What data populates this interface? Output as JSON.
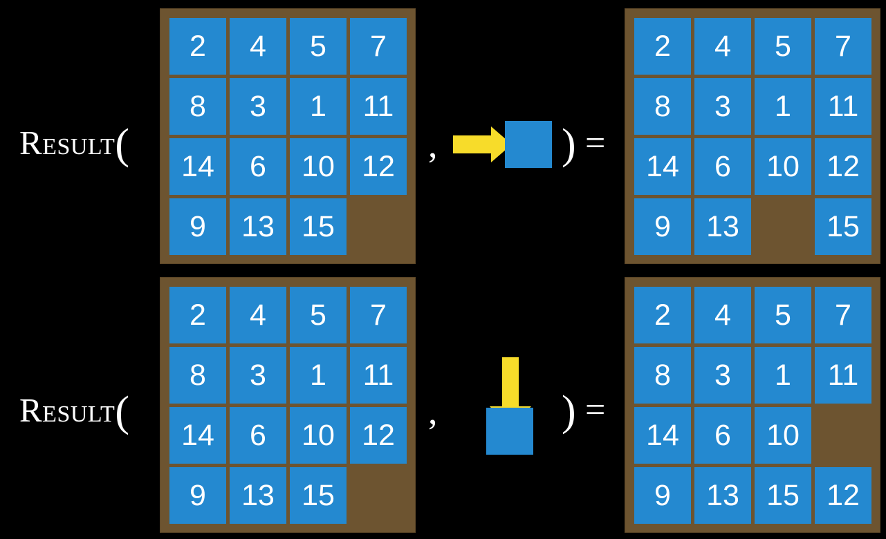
{
  "page": {
    "background_color": "#000000",
    "tile_color": "#2489d0",
    "board_color": "#6d5430",
    "arrow_color": "#f7dc2a",
    "text_color": "#ffffff"
  },
  "rows": [
    {
      "id": "row-1",
      "label": "Result",
      "open_paren": "(",
      "comma": ",",
      "close_paren": ")",
      "equals": "=",
      "operation": {
        "direction": "right",
        "icon": "arrow-right-icon",
        "tile_label": ""
      },
      "input_board": {
        "columns": 4,
        "rows": 4,
        "cells": [
          "2",
          "4",
          "5",
          "7",
          "8",
          "3",
          "1",
          "11",
          "14",
          "6",
          "10",
          "12",
          "9",
          "13",
          "15",
          ""
        ]
      },
      "output_board": {
        "columns": 4,
        "rows": 4,
        "cells": [
          "2",
          "4",
          "5",
          "7",
          "8",
          "3",
          "1",
          "11",
          "14",
          "6",
          "10",
          "12",
          "9",
          "13",
          "",
          "15"
        ]
      }
    },
    {
      "id": "row-2",
      "label": "Result",
      "open_paren": "(",
      "comma": ",",
      "close_paren": ")",
      "equals": "=",
      "operation": {
        "direction": "down",
        "icon": "arrow-down-icon",
        "tile_label": ""
      },
      "input_board": {
        "columns": 4,
        "rows": 4,
        "cells": [
          "2",
          "4",
          "5",
          "7",
          "8",
          "3",
          "1",
          "11",
          "14",
          "6",
          "10",
          "12",
          "9",
          "13",
          "15",
          ""
        ]
      },
      "output_board": {
        "columns": 4,
        "rows": 4,
        "cells": [
          "2",
          "4",
          "5",
          "7",
          "8",
          "3",
          "1",
          "11",
          "14",
          "6",
          "10",
          "",
          "9",
          "13",
          "15",
          "12"
        ]
      }
    }
  ]
}
